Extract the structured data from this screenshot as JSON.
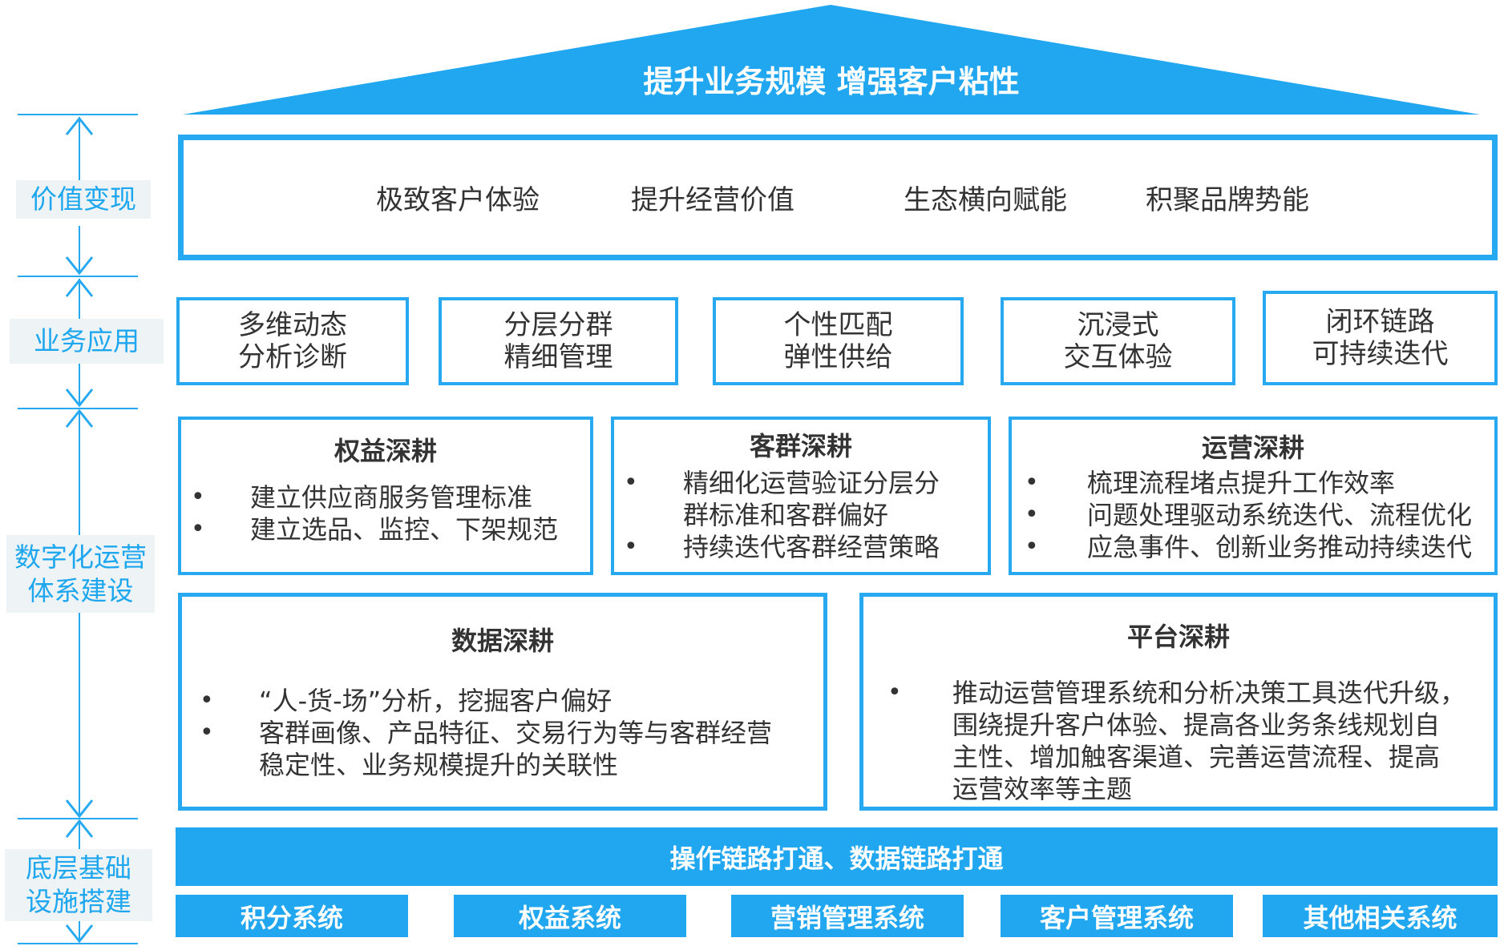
{
  "roof_title": "提升业务规模 增强客户粘性",
  "left_labels": {
    "value": "价值变现",
    "business": "业务应用",
    "ops_line1": "数字化运营",
    "ops_line2": "体系建设",
    "base_line1": "底层基础",
    "base_line2": "设施搭建"
  },
  "value_items": [
    "极致客户体验",
    "提升经营价值",
    "生态横向赋能",
    "积聚品牌势能"
  ],
  "app_boxes": [
    {
      "line1": "多维动态",
      "line2": "分析诊断"
    },
    {
      "line1": "分层分群",
      "line2": "精细管理"
    },
    {
      "line1": "个性匹配",
      "line2": "弹性供给"
    },
    {
      "line1": "沉浸式",
      "line2": "交互体验"
    },
    {
      "line1": "闭环链路",
      "line2": "可持续迭代"
    }
  ],
  "ops_top": [
    {
      "title": "权益深耕",
      "bullets": [
        "建立供应商服务管理标准",
        "建立选品、监控、下架规范"
      ]
    },
    {
      "title": "客群深耕",
      "bullets": [
        "精细化运营验证分层分",
        "群标准和客群偏好",
        "持续迭代客群经营策略"
      ]
    },
    {
      "title": "运营深耕",
      "bullets": [
        "梳理流程堵点提升工作效率",
        "问题处理驱动系统迭代、流程优化",
        "应急事件、创新业务推动持续迭代"
      ]
    }
  ],
  "ops_bottom": [
    {
      "title": "数据深耕",
      "bullets": [
        "“人-货-场”分析，挖掘客户偏好",
        "客群画像、产品特征、交易行为等与客群经营",
        "稳定性、业务规模提升的关联性"
      ]
    },
    {
      "title": "平台深耕",
      "bullets": [
        "推动运营管理系统和分析决策工具迭代升级，",
        "围绕提升客户体验、提高各业务条线规划自",
        "主性、增加触客渠道、完善运营流程、提高",
        "运营效率等主题"
      ]
    }
  ],
  "base_bar": "操作链路打通、数据链路打通",
  "systems": [
    "积分系统",
    "权益系统",
    "营销管理系统",
    "客户管理系统",
    "其他相关系统"
  ],
  "bullet_char": "•",
  "colors": {
    "accent": "#27a9f1",
    "label_bg": "#eef3f6",
    "label_text": "#1ea7ee"
  }
}
